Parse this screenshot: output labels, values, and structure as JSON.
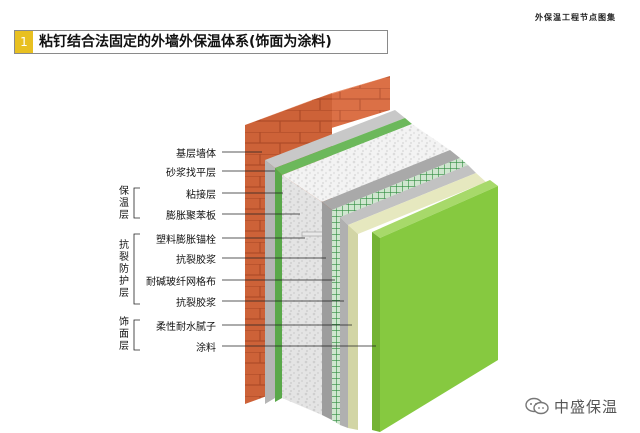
{
  "header": {
    "title": "粘钉结合法固定的外墙外保温体系(饰面为涂料)",
    "title_marker": "1",
    "top_right": "外保温工程节点图集"
  },
  "layers": [
    {
      "label": "基层墙体"
    },
    {
      "label": "砂浆找平层"
    },
    {
      "label": "粘接层"
    },
    {
      "label": "膨胀聚苯板"
    },
    {
      "label": "塑料膨胀锚栓"
    },
    {
      "label": "抗裂胶浆"
    },
    {
      "label": "耐碱玻纤网格布"
    },
    {
      "label": "抗裂胶浆"
    },
    {
      "label": "柔性耐水腻子"
    },
    {
      "label": "涂料"
    }
  ],
  "groups": [
    {
      "label": "保温层"
    },
    {
      "label": "抗裂防护层"
    },
    {
      "label": "饰面层"
    }
  ],
  "watermark": {
    "text": "中盛保温",
    "icon": "wechat-icon"
  },
  "colors": {
    "brick": "#d9683c",
    "brick_top": "#ea8b62",
    "mortar": "#b9b9b9",
    "insulation": "#f2f2f2",
    "mesh": "#3a9b4a",
    "putty": "#d9dcb0",
    "coating": "#86c940",
    "accent": "#e8c021"
  }
}
